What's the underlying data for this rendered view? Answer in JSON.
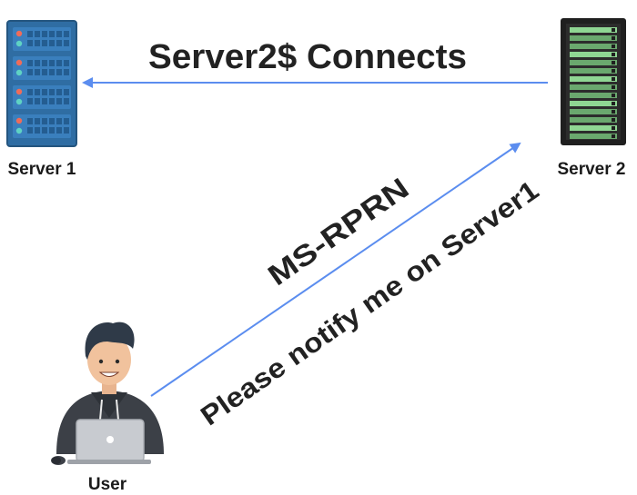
{
  "nodes": {
    "server1": {
      "label": "Server 1",
      "icon": "server-rack-icon"
    },
    "server2": {
      "label": "Server 2",
      "icon": "server-rack-icon"
    },
    "user": {
      "label": "User",
      "icon": "user-at-laptop-icon"
    }
  },
  "edges": {
    "connect": {
      "from": "Server 2",
      "to": "Server 1",
      "label": "Server2$ Connects"
    },
    "request": {
      "from": "User",
      "to": "Server 2",
      "label": "MS-RPRN",
      "sublabel": "Please notify me on Server1"
    }
  },
  "colors": {
    "arrow": "#5b8def",
    "server1_body": "#2f6da3",
    "server2_body": "#1f1f1f",
    "server2_led": "#7bc47f",
    "text": "#222222"
  }
}
